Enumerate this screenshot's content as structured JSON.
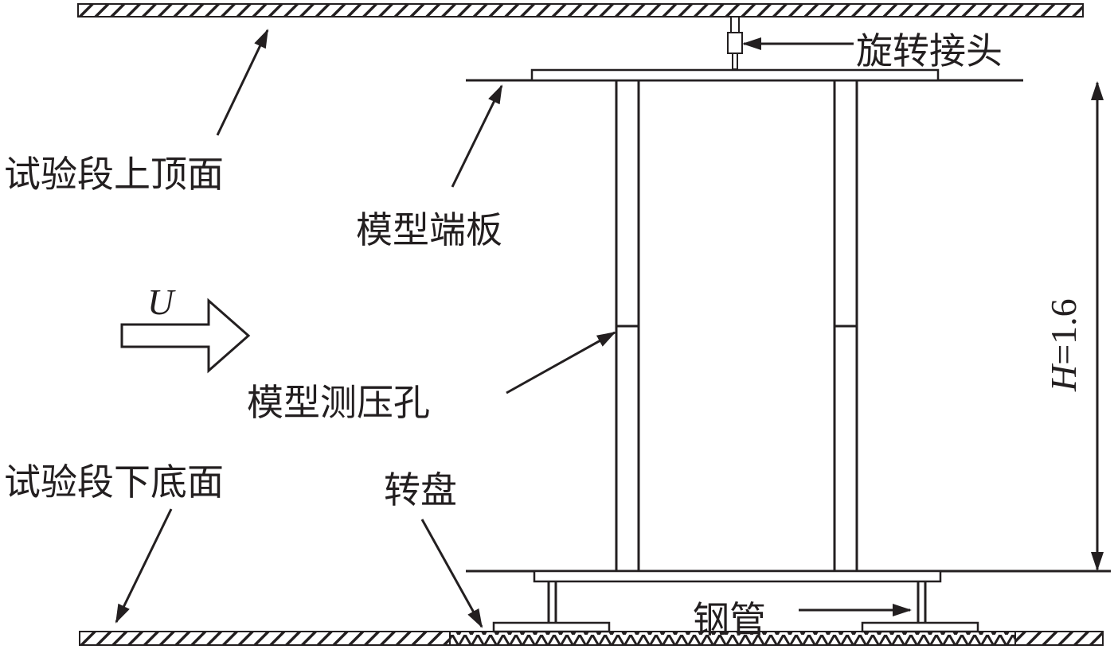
{
  "labels": {
    "rotary_joint": "旋转接头",
    "test_section_top": "试验段上顶面",
    "model_end_plate": "模型端板",
    "flow_symbol": "U",
    "pressure_taps": "模型测压孔",
    "test_section_bottom": "试验段下底面",
    "turntable": "转盘",
    "steel_pipe": "钢管",
    "height_symbol": "H",
    "height_value": "=1.6"
  }
}
